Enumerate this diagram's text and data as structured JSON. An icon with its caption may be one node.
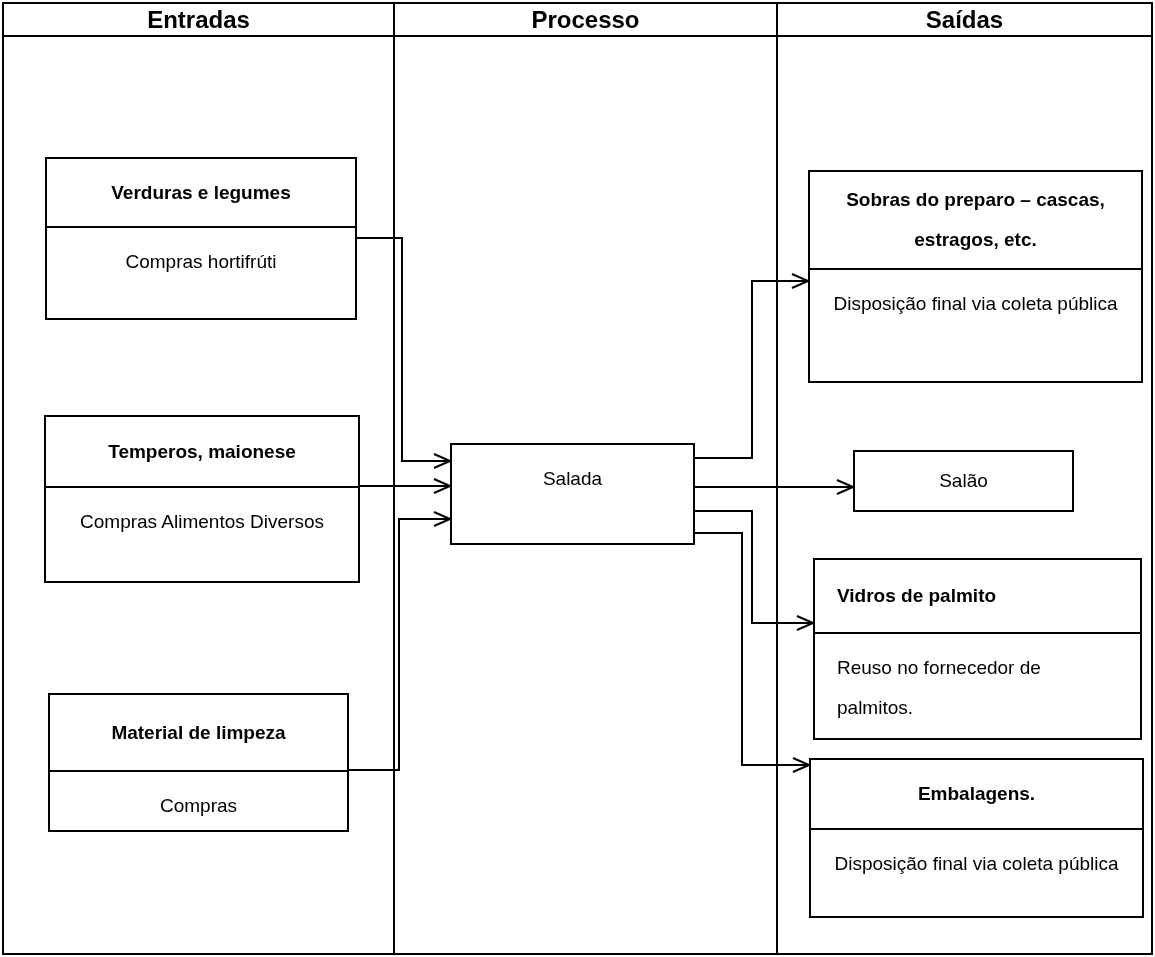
{
  "diagram": {
    "nodes": [
      {
        "text": [
          "Entradas"
        ]
      },
      {
        "text": [
          "Processo"
        ]
      },
      {
        "text": [
          "Saídas"
        ]
      },
      {
        "text": [
          "Verduras e legumes",
          "Compras hortifrúti"
        ],
        "in": 0
      },
      {
        "text": [
          "Temperos, maionese",
          "Compras Alimentos Diversos"
        ],
        "in": 0
      },
      {
        "text": [
          "Material de limpeza",
          "Compras"
        ],
        "in": 0
      },
      {
        "text": [
          "Salada"
        ],
        "in": 1
      },
      {
        "text": [
          "Sobras do preparo – cascas, estragos, etc.",
          "Disposição final via coleta pública"
        ],
        "in": 2
      },
      {
        "text": [
          "Salão"
        ],
        "in": 2
      },
      {
        "text": [
          "Vidros de palmito",
          "Reuso no fornecedor de palmitos."
        ],
        "in": 2
      },
      {
        "text": [
          "Embalagens.",
          "Disposição final via coleta pública"
        ],
        "in": 2
      }
    ],
    "edges": [
      {
        "from": 3,
        "to": 6,
        "arrow": "to"
      },
      {
        "from": 4,
        "to": 6,
        "arrow": "to"
      },
      {
        "from": 5,
        "to": 6,
        "arrow": "to"
      },
      {
        "from": 6,
        "to": 7,
        "arrow": "to"
      },
      {
        "from": 6,
        "to": 8,
        "arrow": "to"
      },
      {
        "from": 6,
        "to": 9,
        "arrow": "to"
      },
      {
        "from": 6,
        "to": 10,
        "arrow": "to"
      }
    ]
  }
}
